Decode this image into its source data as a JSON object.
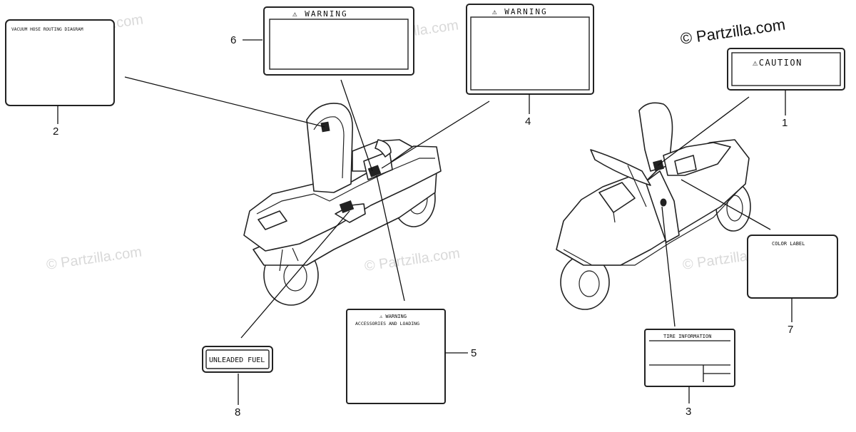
{
  "copyright": "© Partzilla.com",
  "watermark": "© Partzilla.com",
  "labels": {
    "l1": {
      "number": "1",
      "text": "⚠CAUTION"
    },
    "l2": {
      "number": "2",
      "text": "VACUUM HOSE ROUTING DIAGRAM"
    },
    "l3": {
      "number": "3",
      "text": "TIRE INFORMATION"
    },
    "l4": {
      "number": "4",
      "text": "⚠ WARNING"
    },
    "l5": {
      "number": "5",
      "text": "⚠ WARNING",
      "subtext": "ACCESSORIES AND LOADING"
    },
    "l6": {
      "number": "6",
      "text": "⚠ WARNING"
    },
    "l7": {
      "number": "7",
      "text": "COLOR LABEL"
    },
    "l8": {
      "number": "8",
      "text": "UNLEADED FUEL"
    }
  },
  "colors": {
    "line": "#111111",
    "watermark": "#d9d9d9"
  }
}
